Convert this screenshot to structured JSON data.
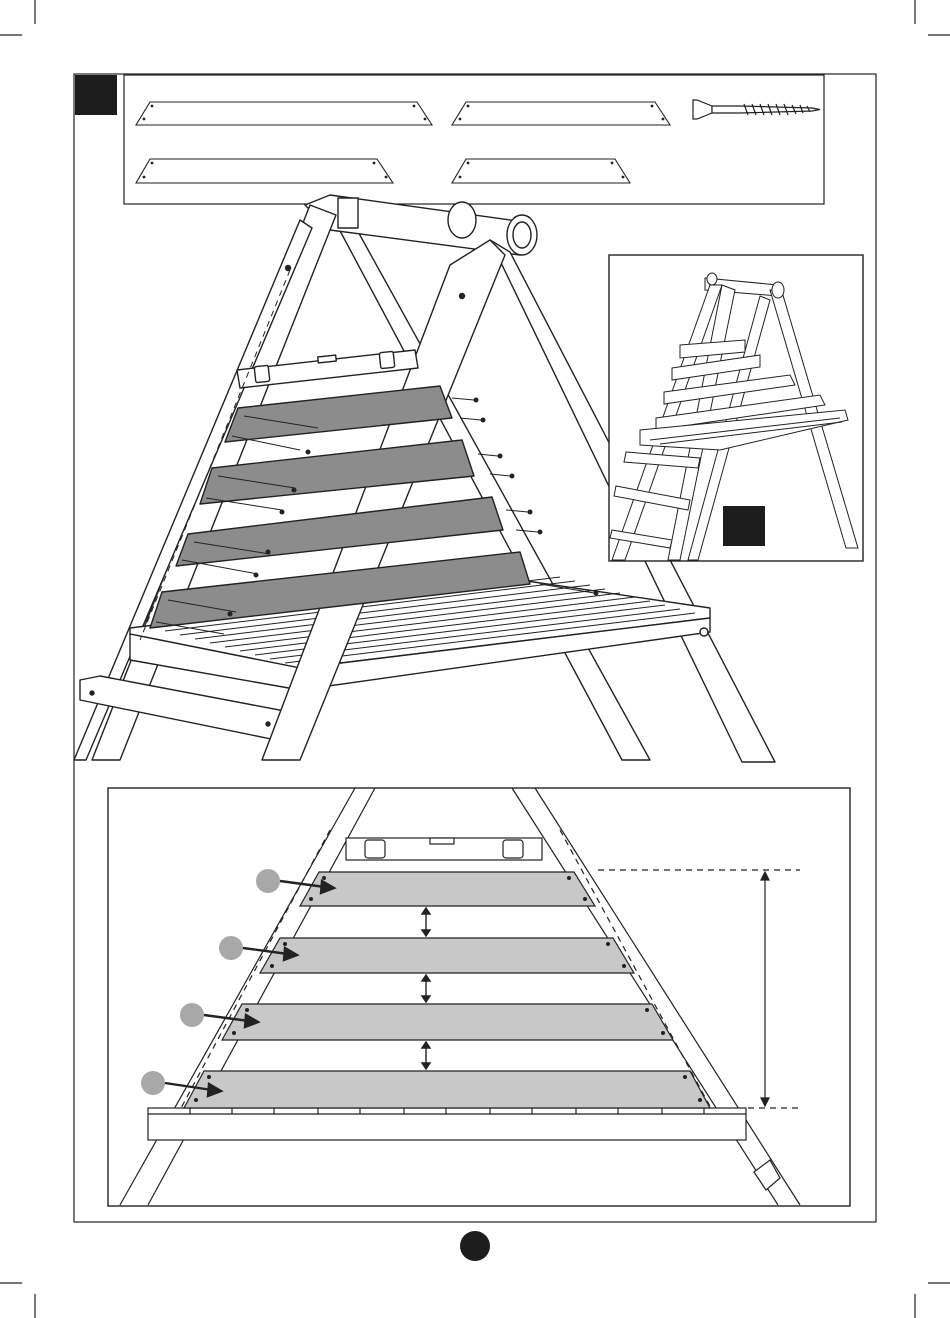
{
  "page": {
    "step_badge": {
      "color": "#1d1d1d"
    },
    "page_number_badge": {
      "color": "#1d1d1d"
    }
  },
  "parts_panel": {
    "items": [
      {
        "kind": "long-board",
        "icon": "board-icon"
      },
      {
        "kind": "short-board",
        "icon": "board-icon"
      },
      {
        "kind": "screw",
        "icon": "screw-icon"
      },
      {
        "kind": "long-board",
        "icon": "board-icon"
      },
      {
        "kind": "short-board",
        "icon": "board-icon"
      }
    ]
  },
  "main_illustration": {
    "boards_count": 4,
    "board_color": "#8c8c8c",
    "tools": [
      "spirit-level-icon"
    ]
  },
  "inset_overview": {
    "badge_color": "#1d1d1d"
  },
  "detail_view": {
    "boards_count": 4,
    "board_color": "#c8c8c8",
    "callout_color": "#a8a8a8",
    "spacing_arrows": 3,
    "height_dimension": true
  },
  "colors": {
    "ink": "#1a1a1a",
    "board_dark": "#8c8c8c",
    "board_light": "#c8c8c8",
    "badge": "#1d1d1d"
  }
}
